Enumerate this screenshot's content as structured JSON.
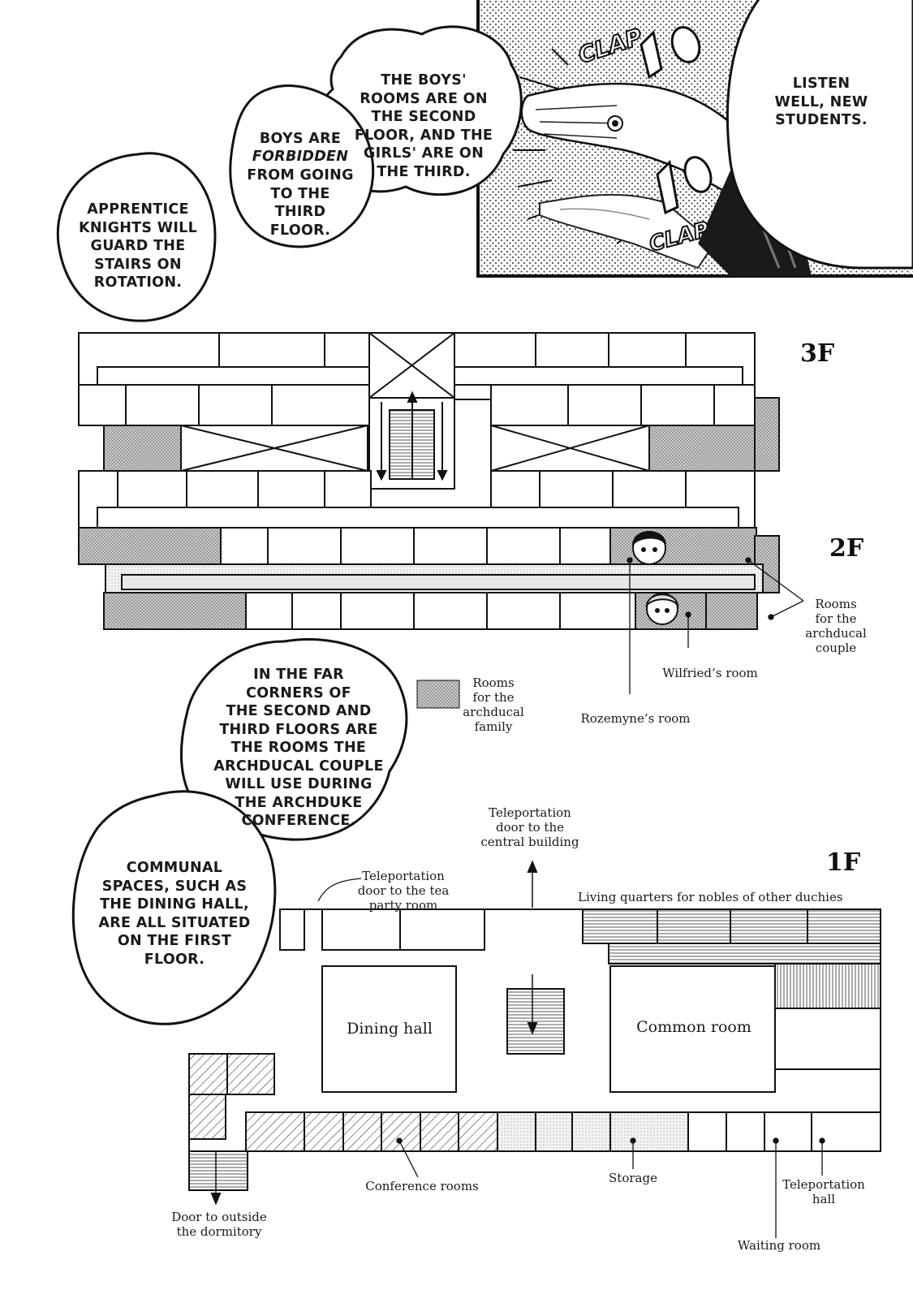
{
  "speech_bubbles": {
    "listen": "LISTEN\nWELL, NEW\nSTUDENTS.",
    "boys_rooms": "THE BOYS'\nROOMS ARE ON\nTHE SECOND\nFLOOR, AND THE\nGIRLS' ARE ON\nTHE THIRD.",
    "boys_are": "BOYS ARE",
    "forbidden": "FORBIDDEN",
    "from_going": "FROM GOING\nTO THE THIRD\nFLOOR.",
    "apprentice": "APPRENTICE\nKNIGHTS WILL\nGUARD THE\nSTAIRS ON\nROTATION.",
    "far_corners": "IN THE FAR\nCORNERS OF\nTHE SECOND AND\nTHIRD FLOORS ARE\nTHE ROOMS THE\nARCHDUCAL COUPLE\nWILL USE DURING\nTHE ARCHDUKE\nCONFERENCE.",
    "communal": "COMMUNAL\nSPACES, SUCH AS\nTHE DINING HALL,\nARE ALL SITUATED\nON THE FIRST\nFLOOR."
  },
  "sound_effects": {
    "clap_top": "CLAP",
    "clap_bottom": "CLAP"
  },
  "floors": {
    "third": "3F",
    "second": "2F",
    "first": "1F"
  },
  "legend": {
    "archducal_family": "Rooms\nfor the\narchducal\nfamily"
  },
  "upper_labels": {
    "archducal_couple": "Rooms\nfor the\narchducal\ncouple",
    "wilfried": "Wilfried’s room",
    "rozemyne": "Rozemyne’s room"
  },
  "ground_labels": {
    "teleport_central": "Teleportation\ndoor to the\ncentral building",
    "teleport_tea": "Teleportation\ndoor to the tea\nparty room",
    "living_quarters": "Living quarters for nobles of other duchies",
    "dining_hall": "Dining hall",
    "common_room": "Common room",
    "conference_rooms": "Conference rooms",
    "storage": "Storage",
    "teleport_hall": "Teleportation\nhall",
    "waiting_room": "Waiting room",
    "door_outside": "Door to outside\nthe dormitory"
  },
  "colors": {
    "ink": "#111111",
    "tone_gray": "#8a8a8a",
    "light_tone": "#d9d9d9",
    "corridor_tone": "#e6e6e6"
  }
}
